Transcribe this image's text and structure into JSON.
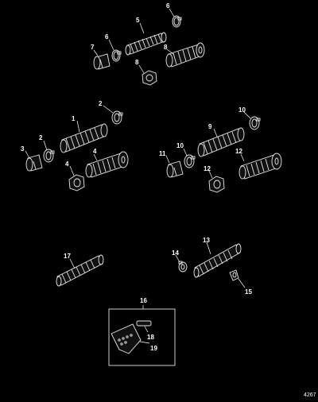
{
  "drawing": {
    "code": "4267"
  },
  "callouts": [
    "1",
    "2",
    "2",
    "3",
    "4",
    "4",
    "5",
    "6",
    "6",
    "7",
    "8",
    "8",
    "9",
    "10",
    "10",
    "11",
    "12",
    "12",
    "13",
    "14",
    "15",
    "16",
    "17",
    "18",
    "19"
  ],
  "colors": {
    "background": "#000000",
    "line": "#e8e8e8",
    "text": "#ffffff"
  }
}
